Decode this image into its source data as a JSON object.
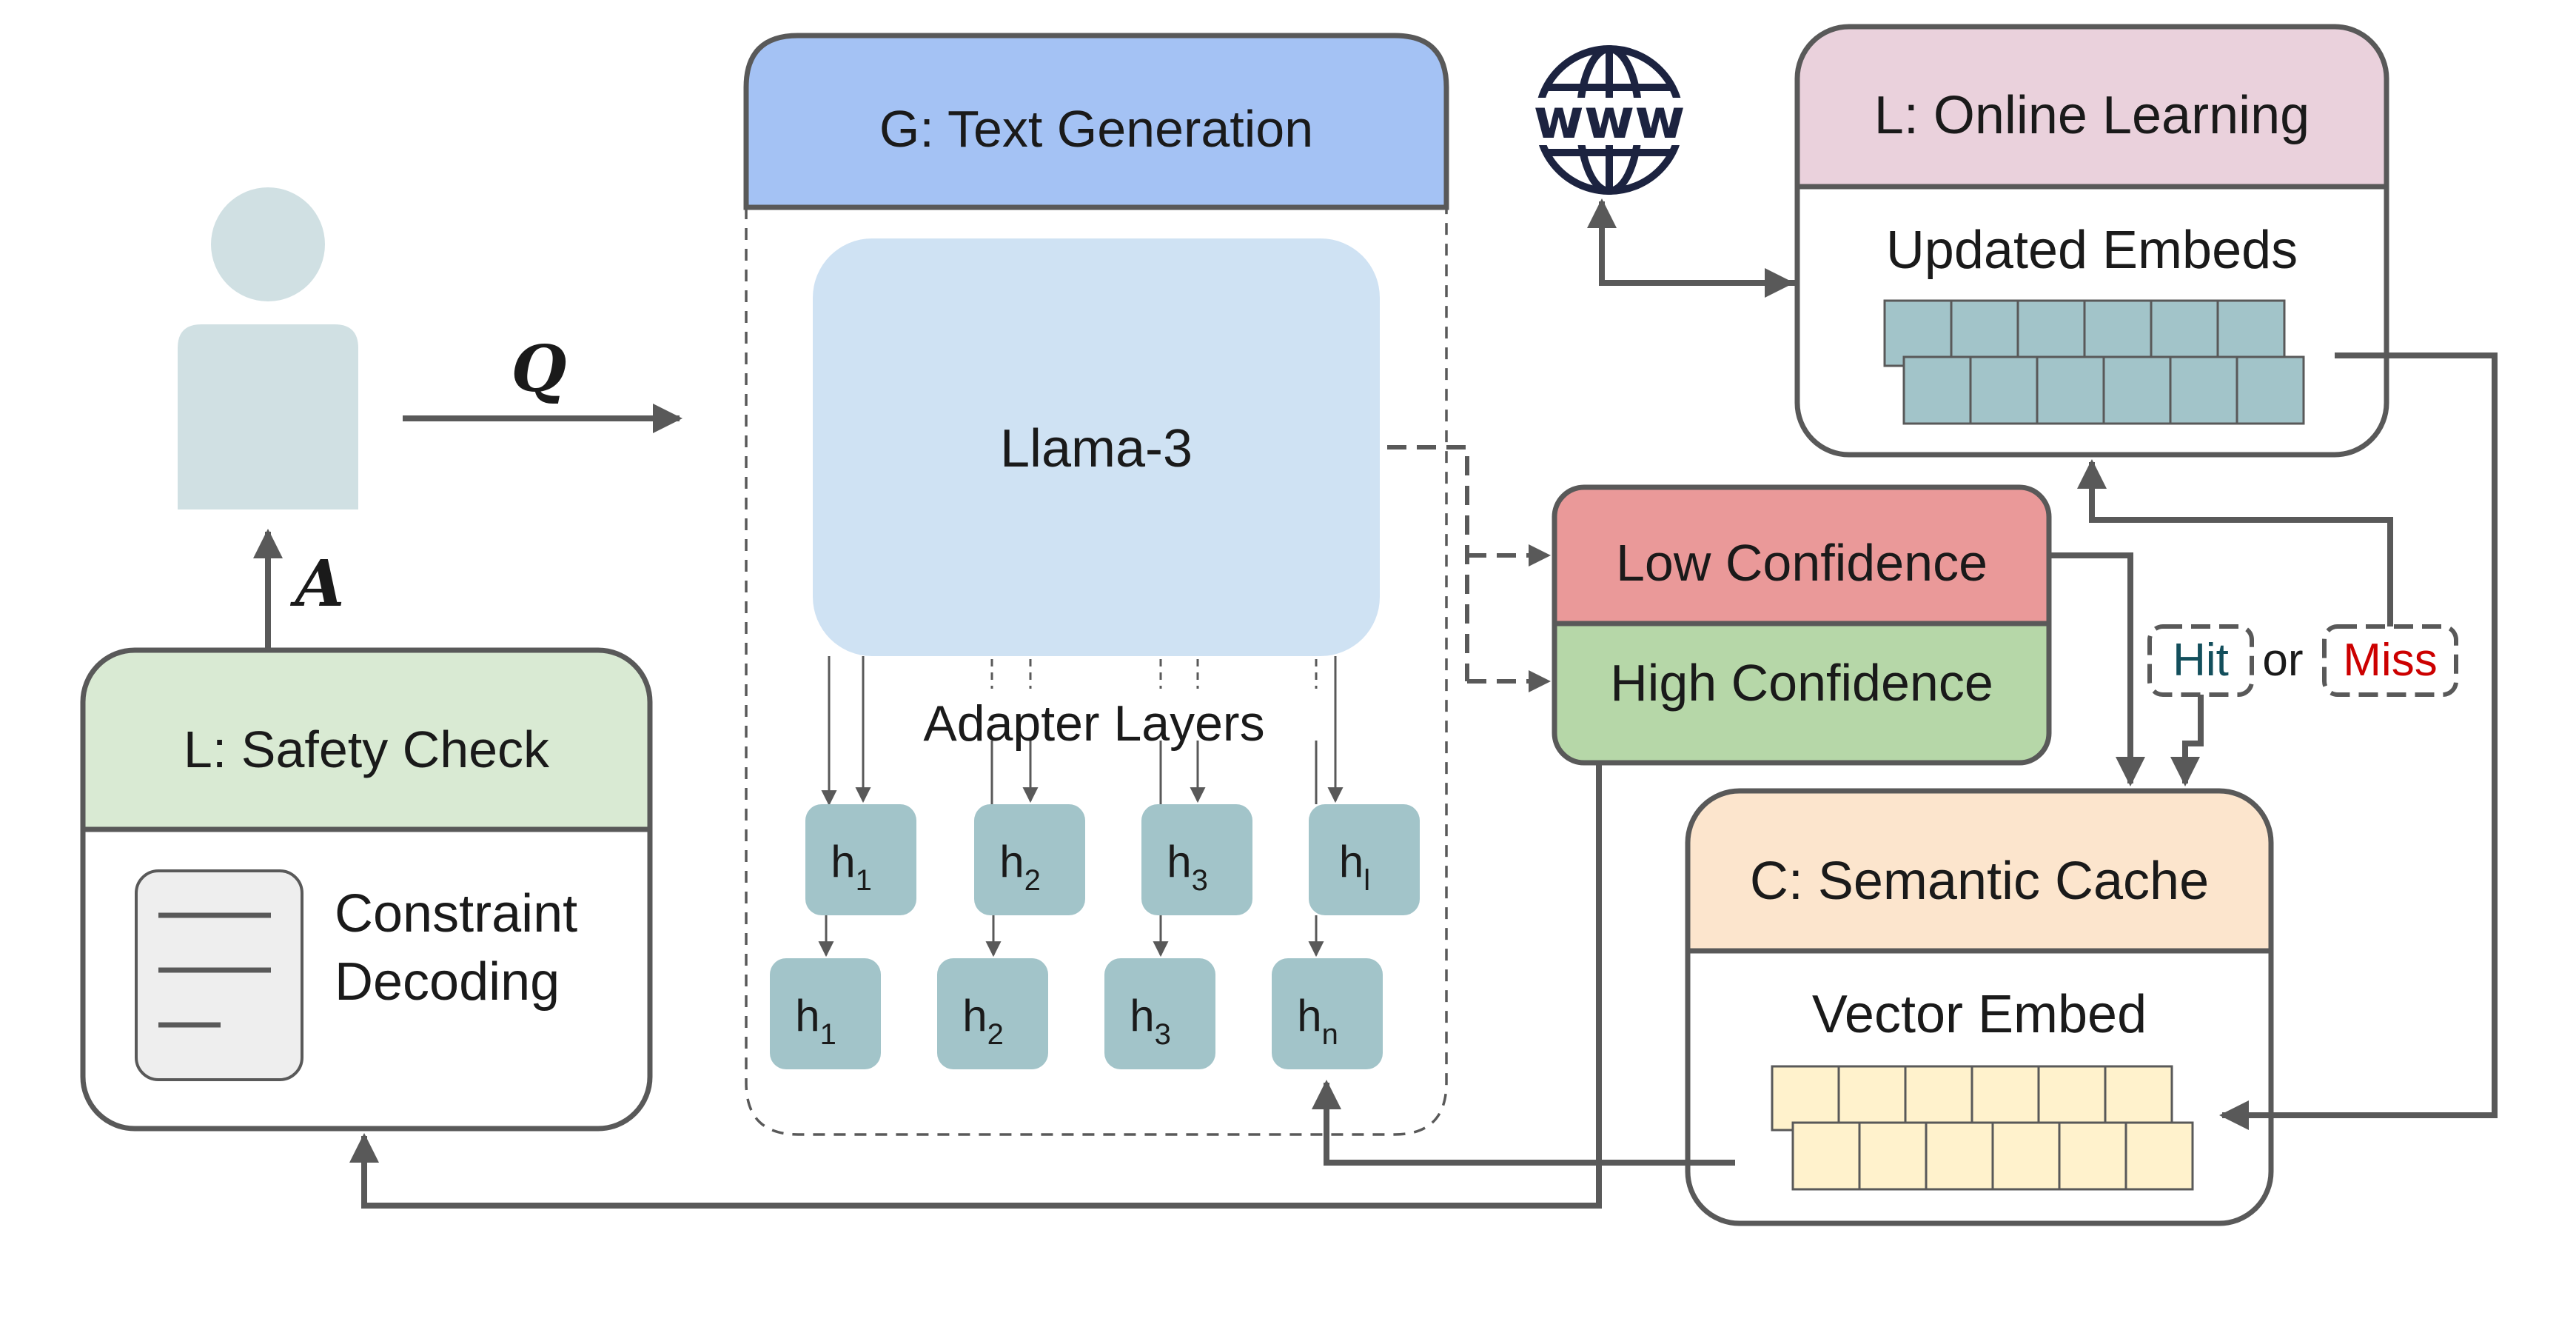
{
  "user": {
    "query_symbol": "Q",
    "answer_symbol": "A"
  },
  "text_generation": {
    "title": "G: Text Generation",
    "model_label": "Llama-3",
    "adapter_label": "Adapter Layers",
    "upper_states": [
      {
        "base": "h",
        "sub": "1"
      },
      {
        "base": "h",
        "sub": "2"
      },
      {
        "base": "h",
        "sub": "3"
      },
      {
        "base": "h",
        "sub": "l"
      }
    ],
    "lower_states": [
      {
        "base": "h",
        "sub": "1"
      },
      {
        "base": "h",
        "sub": "2"
      },
      {
        "base": "h",
        "sub": "3"
      },
      {
        "base": "h",
        "sub": "n"
      }
    ]
  },
  "safety_check": {
    "title": "L: Safety Check",
    "line1": "Constraint",
    "line2": "Decoding"
  },
  "confidence": {
    "low": "Low Confidence",
    "high": "High Confidence"
  },
  "online_learning": {
    "title": "L: Online Learning",
    "subtitle": "Updated Embeds"
  },
  "web": {
    "label": "www"
  },
  "semantic_cache": {
    "title": "C: Semantic Cache",
    "subtitle": "Vector Embed",
    "hit_label": "Hit",
    "or_label": "or",
    "miss_label": "Miss"
  },
  "colors": {
    "generation_header": "#a4c2f4",
    "llama_body": "#cfe2f3",
    "hidden_state": "#a2c4c9",
    "safety_header": "#d9ead3",
    "low_confidence": "#ea9999",
    "high_confidence": "#b6d7a8",
    "online_header": "#ead1dc",
    "cache_header": "#fce5cd",
    "cache_cells": "#fff2cc",
    "hit_text": "#134f5c",
    "miss_text": "#cc0000",
    "person": "#d0e0e3",
    "lines": "#595959"
  }
}
